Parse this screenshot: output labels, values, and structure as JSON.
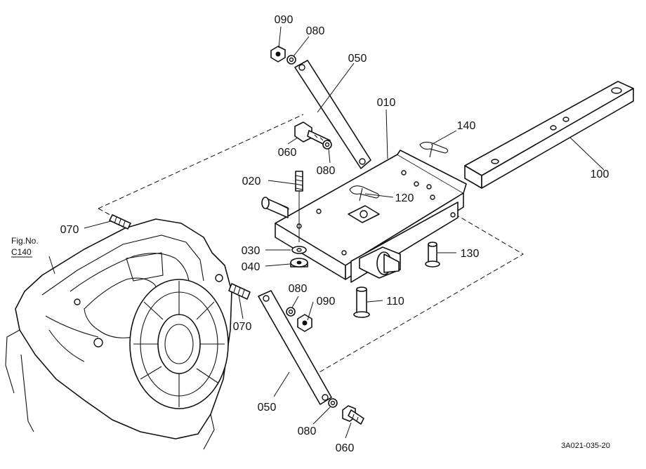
{
  "callouts": {
    "c090_top": "090",
    "c080_top": "080",
    "c050_top": "050",
    "c010": "010",
    "c140": "140",
    "c060_top": "060",
    "c080_mid": "080",
    "c100": "100",
    "c020": "020",
    "c120": "120",
    "c070_left": "070",
    "c030": "030",
    "c130": "130",
    "c040": "040",
    "c080_low": "080",
    "c090_low": "090",
    "c110": "110",
    "c070_low": "070",
    "c050_low": "050",
    "c080_bottom": "080",
    "c060_bottom": "060"
  },
  "figref": {
    "line1": "Fig.No.",
    "line2": "C140"
  },
  "drawing_code": "3A021-035-20"
}
